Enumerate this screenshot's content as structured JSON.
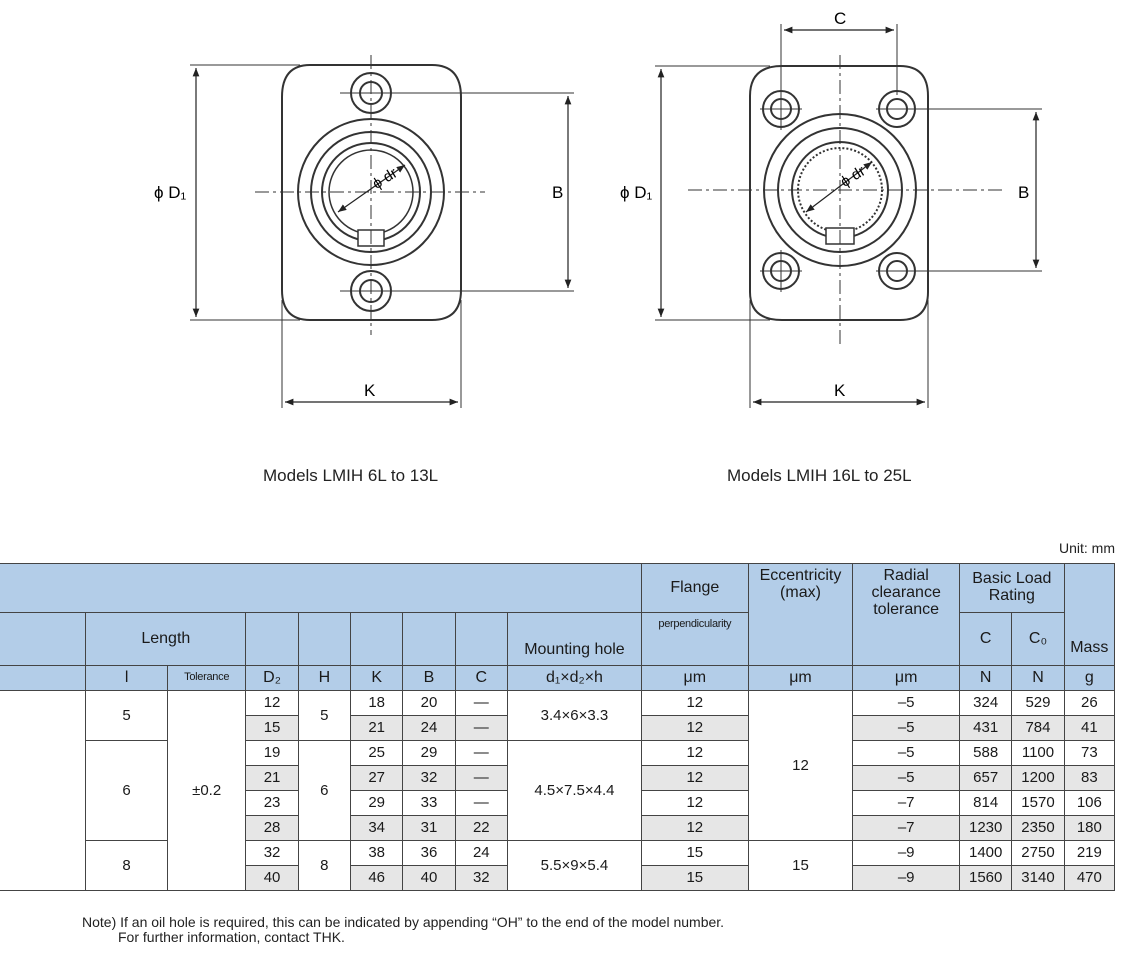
{
  "drawing_left": {
    "caption": "Models LMIH 6L to 13L",
    "label_d1": "ϕ D₁",
    "label_b": "B",
    "label_k": "K",
    "label_dr": "ϕ dr"
  },
  "drawing_right": {
    "caption": "Models LMIH 16L to 25L",
    "label_d1": "ϕ D₁",
    "label_b": "B",
    "label_k": "K",
    "label_c": "C",
    "label_dr": "ϕ dr"
  },
  "unit_note": "Unit: mm",
  "table": {
    "header": {
      "flange": "Flange",
      "eccentricity": "Eccentricity (max)",
      "radial_clearance": "Radial clearance tolerance",
      "basic_load_rating": "Basic Load Rating",
      "length": "Length",
      "mounting_hole": "Mounting hole",
      "perpendicularity": "perpendicularity",
      "c": "C",
      "c0": "C₀",
      "mass": "Mass",
      "l": "l",
      "tolerance": "Tolerance",
      "d2": "D₂",
      "h": "H",
      "k": "K",
      "b": "B",
      "col_c": "C",
      "mount_dims": "d₁×d₂×h",
      "unit_um_1": "μm",
      "unit_um_2": "μm",
      "unit_um_3": "μm",
      "unit_n_1": "N",
      "unit_n_2": "N",
      "unit_g": "g"
    },
    "length_groups": [
      {
        "l": "5"
      },
      {
        "l": "6"
      },
      {
        "l": "8"
      }
    ],
    "length_tolerance": "±0.2",
    "h_groups": [
      "5",
      "6",
      "8"
    ],
    "mount_groups": [
      "3.4×6×3.3",
      "4.5×7.5×4.4",
      "5.5×9×5.4"
    ],
    "eccentricity_groups": [
      "12",
      "15"
    ],
    "rows": [
      {
        "d2": "12",
        "k": "18",
        "b": "20",
        "c": "—",
        "flange": "12",
        "radial": "–5",
        "C": "324",
        "C0": "529",
        "mass": "26"
      },
      {
        "d2": "15",
        "k": "21",
        "b": "24",
        "c": "—",
        "flange": "12",
        "radial": "–5",
        "C": "431",
        "C0": "784",
        "mass": "41"
      },
      {
        "d2": "19",
        "k": "25",
        "b": "29",
        "c": "—",
        "flange": "12",
        "radial": "–5",
        "C": "588",
        "C0": "1100",
        "mass": "73"
      },
      {
        "d2": "21",
        "k": "27",
        "b": "32",
        "c": "—",
        "flange": "12",
        "radial": "–5",
        "C": "657",
        "C0": "1200",
        "mass": "83"
      },
      {
        "d2": "23",
        "k": "29",
        "b": "33",
        "c": "—",
        "flange": "12",
        "radial": "–7",
        "C": "814",
        "C0": "1570",
        "mass": "106"
      },
      {
        "d2": "28",
        "k": "34",
        "b": "31",
        "c": "22",
        "flange": "12",
        "radial": "–7",
        "C": "1230",
        "C0": "2350",
        "mass": "180"
      },
      {
        "d2": "32",
        "k": "38",
        "b": "36",
        "c": "24",
        "flange": "15",
        "radial": "–9",
        "C": "1400",
        "C0": "2750",
        "mass": "219"
      },
      {
        "d2": "40",
        "k": "46",
        "b": "40",
        "c": "32",
        "flange": "15",
        "radial": "–9",
        "C": "1560",
        "C0": "3140",
        "mass": "470"
      }
    ]
  },
  "note": {
    "line1": "Note) If an oil hole is required, this can be indicated by appending “OH” to the end of the model number.",
    "line2": "For further information, contact THK."
  }
}
